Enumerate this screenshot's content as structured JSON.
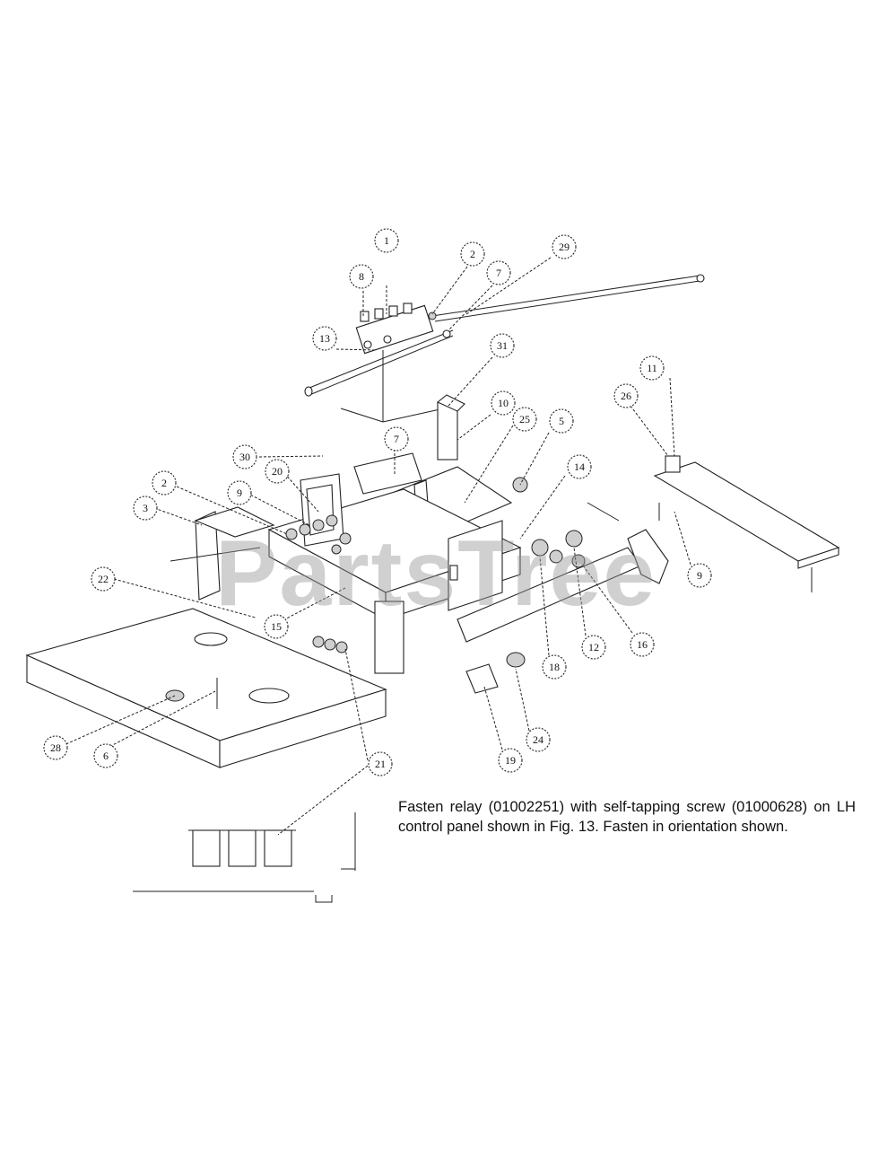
{
  "watermark": "PartsTree",
  "note": "Fasten relay (01002251) with self-tapping screw (01000628) on LH control panel shown in Fig. 13. Fasten in orientation shown.",
  "callouts": [
    {
      "label": "1"
    },
    {
      "label": "2"
    },
    {
      "label": "29"
    },
    {
      "label": "8"
    },
    {
      "label": "7"
    },
    {
      "label": "13"
    },
    {
      "label": "31"
    },
    {
      "label": "10"
    },
    {
      "label": "25"
    },
    {
      "label": "5"
    },
    {
      "label": "11"
    },
    {
      "label": "26"
    },
    {
      "label": "30"
    },
    {
      "label": "7"
    },
    {
      "label": "20"
    },
    {
      "label": "14"
    },
    {
      "label": "2"
    },
    {
      "label": "9"
    },
    {
      "label": "3"
    },
    {
      "label": "22"
    },
    {
      "label": "15"
    },
    {
      "label": "9"
    },
    {
      "label": "18"
    },
    {
      "label": "12"
    },
    {
      "label": "16"
    },
    {
      "label": "28"
    },
    {
      "label": "6"
    },
    {
      "label": "24"
    },
    {
      "label": "19"
    },
    {
      "label": "21"
    }
  ]
}
